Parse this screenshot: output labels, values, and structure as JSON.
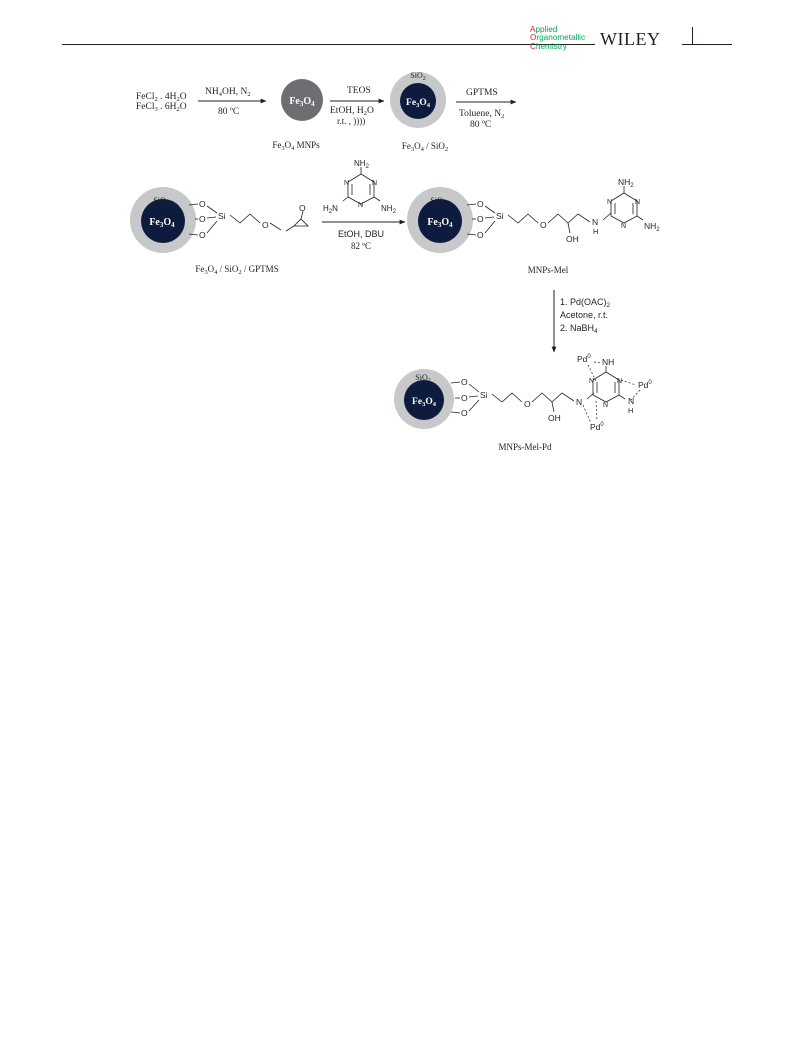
{
  "header": {
    "journal_line1_cap": "A",
    "journal_line1_rest": "pplied",
    "journal_line2_cap": "O",
    "journal_line2_rest": "rganometallic",
    "journal_line3_cap": "C",
    "journal_line3_rest": "hemistry",
    "publisher": "WILEY",
    "colors": {
      "journal_initials": "#ed1c24",
      "journal_text": "#00a651",
      "rule": "#231f20"
    }
  },
  "scheme": {
    "colors": {
      "core": "#0d1b3e",
      "bare_particle": "#6d6e71",
      "shell": "#c7c8ca",
      "reagent_text": "#231f20"
    },
    "step1": {
      "reactant_a": "FeCl",
      "reactant_a_sub": "2",
      "reactant_a_rest": " . 4H",
      "reactant_a_sub2": "2",
      "reactant_a_end": "O",
      "reactant_b": "FeCl",
      "reactant_b_sub": "3",
      "reactant_b_rest": " . 6H",
      "reactant_b_sub2": "2",
      "reactant_b_end": "O",
      "reagent_top": "NH",
      "reagent_top_sub": "4",
      "reagent_top_rest": "OH, N",
      "reagent_top_sub2": "2",
      "reagent_bottom": "80 ºC"
    },
    "particle_core": "Fe",
    "particle_core_sub1": "3",
    "particle_core_o": "O",
    "particle_core_sub2": "4",
    "shell_label": "SiO",
    "shell_label_sub": "2",
    "label_mnps": "Fe",
    "label_mnps_sub1": "3",
    "label_mnps_o": "O",
    "label_mnps_sub2": "4",
    "label_mnps_rest": " MNPs",
    "step2": {
      "reagent_top": "TEOS",
      "reagent_mid": "EtOH, H",
      "reagent_mid_sub": "2",
      "reagent_mid_end": "O",
      "reagent_bottom": "r.t. , ))))"
    },
    "label_sio2": "Fe",
    "label_sio2_sub1": "3",
    "label_sio2_o": "O",
    "label_sio2_sub2": "4",
    "label_sio2_rest": " / SiO",
    "label_sio2_sub3": "2",
    "step3": {
      "reagent_top": "GPTMS",
      "reagent_mid": "Toluene, N",
      "reagent_mid_sub": "2",
      "reagent_bottom": "80 ºC"
    },
    "label_gptms": "Fe",
    "label_gptms_sub1": "3",
    "label_gptms_o": "O",
    "label_gptms_sub2": "4",
    "label_gptms_rest": " / SiO",
    "label_gptms_sub3": "2",
    "label_gptms_end": " / GPTMS",
    "atoms": {
      "si": "Si",
      "o": "O",
      "oh": "OH",
      "n": "N",
      "nh": "NH",
      "h": "H",
      "nh2": "NH",
      "nh2_sub": "2",
      "h2n": "H",
      "h2n_sub": "2",
      "h2n_end": "N",
      "pd": "Pd",
      "pd_sup": "0"
    },
    "step4": {
      "reagent_bottom": "EtOH, DBU",
      "temperature": "82 ºC"
    },
    "label_mel": "MNPs-Mel",
    "step5": {
      "line1": "1. Pd(OAC)",
      "line1_sub": "2",
      "line2": "Acetone, r.t.",
      "line3": "2. NaBH",
      "line3_sub": "4"
    },
    "label_pd": "MNPs-Mel-Pd"
  }
}
